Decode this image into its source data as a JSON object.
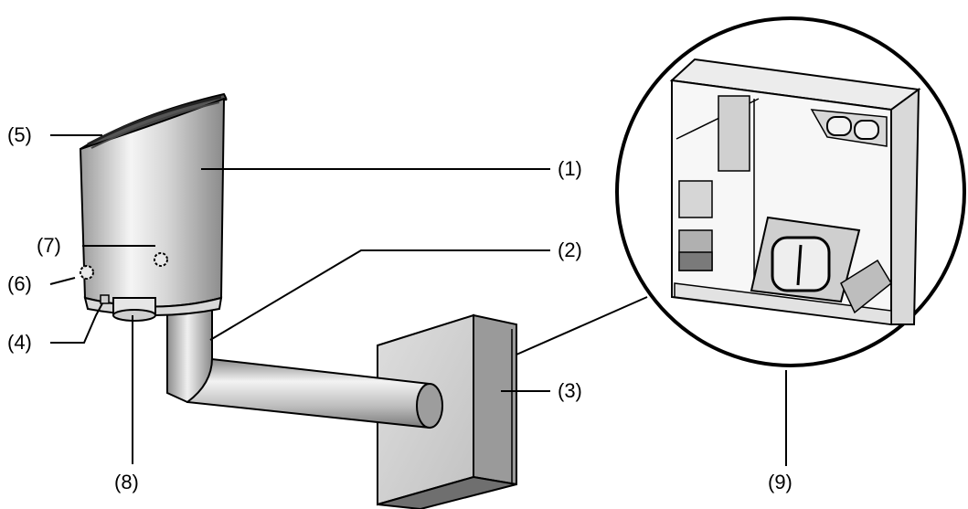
{
  "diagram": {
    "callouts": [
      "(1)",
      "(2)",
      "(3)",
      "(4)",
      "(5)",
      "(6)",
      "(7)",
      "(8)",
      "(9)"
    ]
  },
  "colors": {
    "line": "#000000",
    "metal_light": "#f2f2f2",
    "metal_mid": "#c9c9c9",
    "metal_dark": "#8c8c8c",
    "box_face": "#d0d0d0",
    "box_side": "#9a9a9a",
    "box_dark": "#6f6f6f"
  }
}
